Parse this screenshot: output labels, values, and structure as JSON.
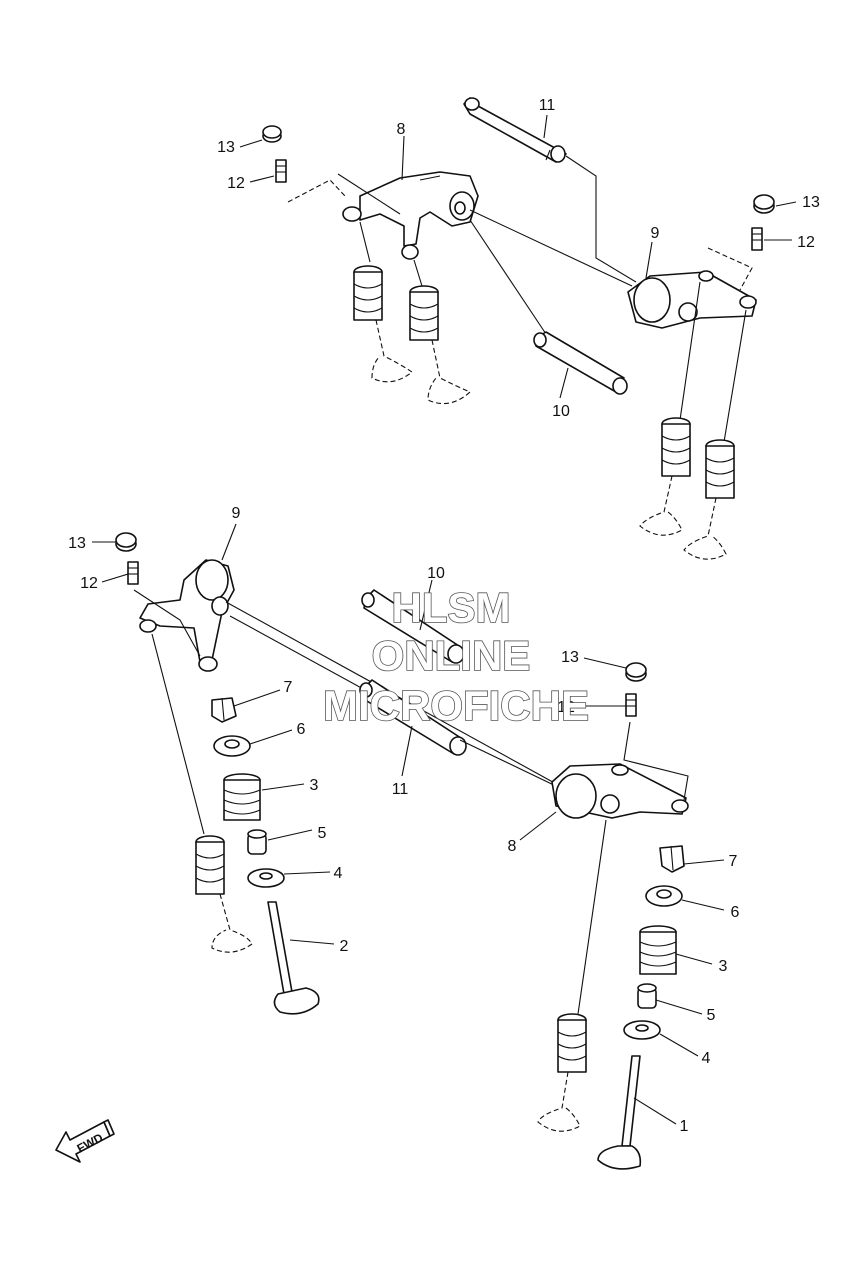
{
  "callouts": [
    "1",
    "2",
    "3",
    "4",
    "5",
    "6",
    "7",
    "8",
    "9",
    "10",
    "11",
    "12",
    "13"
  ],
  "watermark": [
    "HLSM",
    "ONLINE",
    "MICROFICHE"
  ],
  "fwd_label": "FWD",
  "icons": {
    "forward": "fwd-arrow-icon"
  }
}
